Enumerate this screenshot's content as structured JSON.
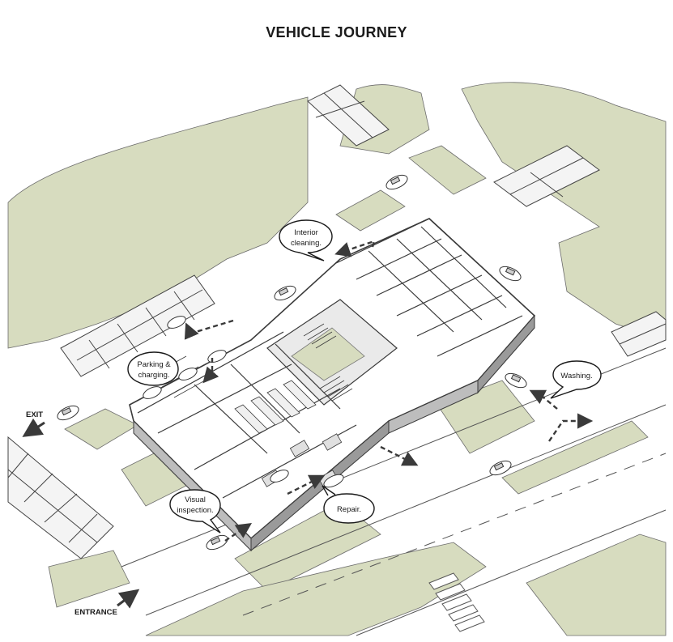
{
  "title": "VEHICLE JOURNEY",
  "colors": {
    "grass": "#d7dcbf",
    "ink": "#3a3a3a",
    "roof": "#f2f2f2",
    "floor": "#ffffff",
    "wall": "#9a9a9a"
  },
  "labels": {
    "interior_cleaning": [
      "Interior",
      "cleaning."
    ],
    "parking_charging": [
      "Parking &",
      "charging."
    ],
    "washing": [
      "Washing."
    ],
    "visual_inspection": [
      "Visual",
      "inspection."
    ],
    "repair": [
      "Repair."
    ],
    "exit": "EXIT",
    "entrance": "ENTRANCE"
  }
}
